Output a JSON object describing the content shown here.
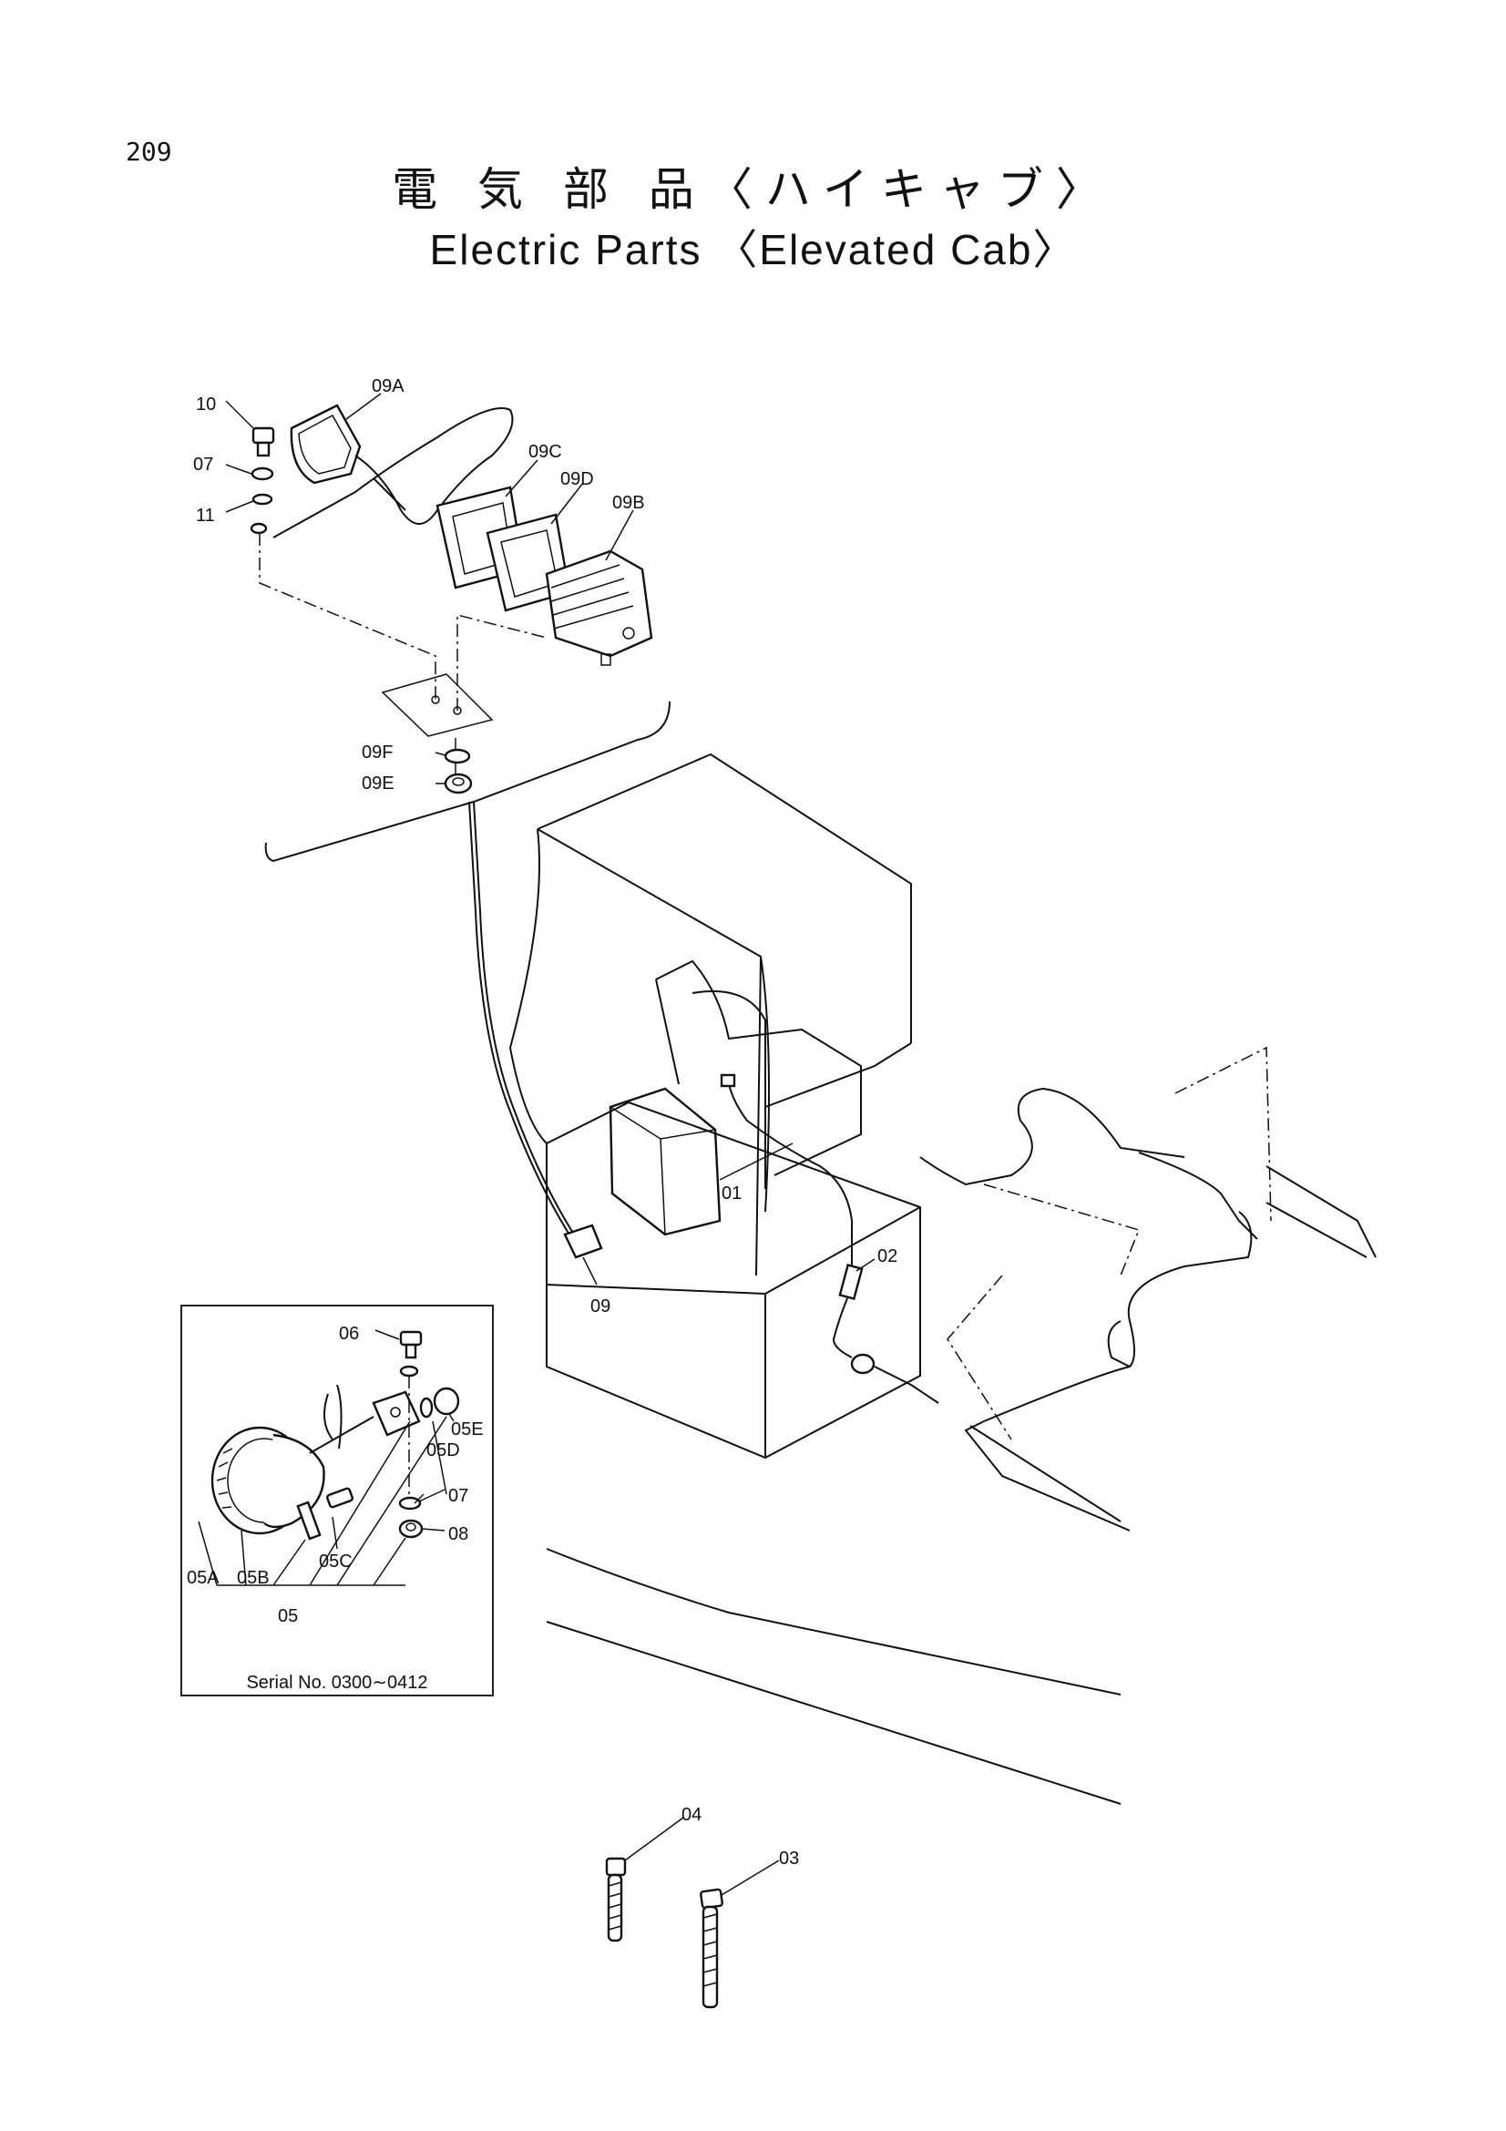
{
  "page_number": "209",
  "title_ja": "電 気 部 品〈ハイキャブ〉",
  "title_en": "Electric Parts 〈Elevated Cab〉",
  "serial_note": "Serial No. 0300∼0412",
  "callouts": {
    "p10": "10",
    "p09A": "09A",
    "p07_top": "07",
    "p11": "11",
    "p09C": "09C",
    "p09D": "09D",
    "p09B": "09B",
    "p09F": "09F",
    "p09E": "09E",
    "p01": "01",
    "p02": "02",
    "p09": "09",
    "p06": "06",
    "p05E": "05E",
    "p05D": "05D",
    "p07_inset": "07",
    "p08": "08",
    "p05C": "05C",
    "p05A": "05A",
    "p05B": "05B",
    "p05": "05",
    "p04": "04",
    "p03": "03"
  }
}
